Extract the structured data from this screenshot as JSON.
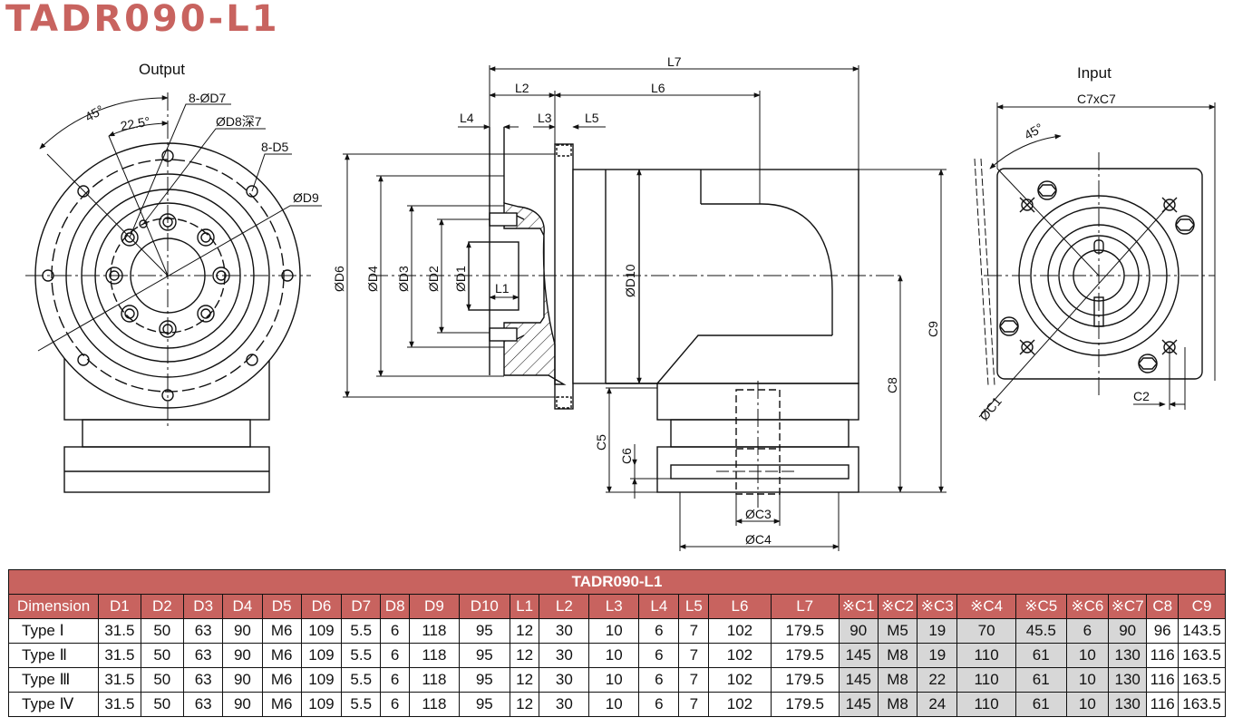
{
  "title": "TADR090-L1",
  "labels": {
    "output": "Output",
    "input": "Input",
    "angle_45": "45°",
    "angle_22_5": "22.5°",
    "holes_d7": "8-ØD7",
    "d8_depth": "ØD8深7",
    "holes_d5": "8-D5",
    "d9": "ØD9",
    "l7": "L7",
    "l2": "L2",
    "l6": "L6",
    "l4": "L4",
    "l3": "L3",
    "l5": "L5",
    "d6": "ØD6",
    "d4": "ØD4",
    "d3": "ØD3",
    "d2": "ØD2",
    "d1": "ØD1",
    "l1": "L1",
    "d10": "ØD10",
    "c9": "C9",
    "c8": "C8",
    "c5": "C5",
    "c6": "C6",
    "c3": "ØC3",
    "c4": "ØC4",
    "c7xc7": "C7xC7",
    "input_45": "45°",
    "c1": "ØC1",
    "c2": "C2"
  },
  "table": {
    "caption": "TADR090-L1",
    "columns": [
      "Dimension",
      "D1",
      "D2",
      "D3",
      "D4",
      "D5",
      "D6",
      "D7",
      "D8",
      "D9",
      "D10",
      "L1",
      "L2",
      "L3",
      "L4",
      "L5",
      "L6",
      "L7",
      "※C1",
      "※C2",
      "※C3",
      "※C4",
      "※C5",
      "※C6",
      "※C7",
      "C8",
      "C9"
    ],
    "rows": [
      [
        "Type Ⅰ",
        "31.5",
        "50",
        "63",
        "90",
        "M6",
        "109",
        "5.5",
        "6",
        "118",
        "95",
        "12",
        "30",
        "10",
        "6",
        "7",
        "102",
        "179.5",
        "90",
        "M5",
        "19",
        "70",
        "45.5",
        "6",
        "90",
        "96",
        "143.5"
      ],
      [
        "Type Ⅱ",
        "31.5",
        "50",
        "63",
        "90",
        "M6",
        "109",
        "5.5",
        "6",
        "118",
        "95",
        "12",
        "30",
        "10",
        "6",
        "7",
        "102",
        "179.5",
        "145",
        "M8",
        "19",
        "110",
        "61",
        "10",
        "130",
        "116",
        "163.5"
      ],
      [
        "Type Ⅲ",
        "31.5",
        "50",
        "63",
        "90",
        "M6",
        "109",
        "5.5",
        "6",
        "118",
        "95",
        "12",
        "30",
        "10",
        "6",
        "7",
        "102",
        "179.5",
        "145",
        "M8",
        "22",
        "110",
        "61",
        "10",
        "130",
        "116",
        "163.5"
      ],
      [
        "Type Ⅳ",
        "31.5",
        "50",
        "63",
        "90",
        "M6",
        "109",
        "5.5",
        "6",
        "118",
        "95",
        "12",
        "30",
        "10",
        "6",
        "7",
        "102",
        "179.5",
        "145",
        "M8",
        "24",
        "110",
        "61",
        "10",
        "130",
        "116",
        "163.5"
      ]
    ]
  },
  "colors": {
    "accent": "#c8635f",
    "gray_cell": "#d7d7d7"
  }
}
